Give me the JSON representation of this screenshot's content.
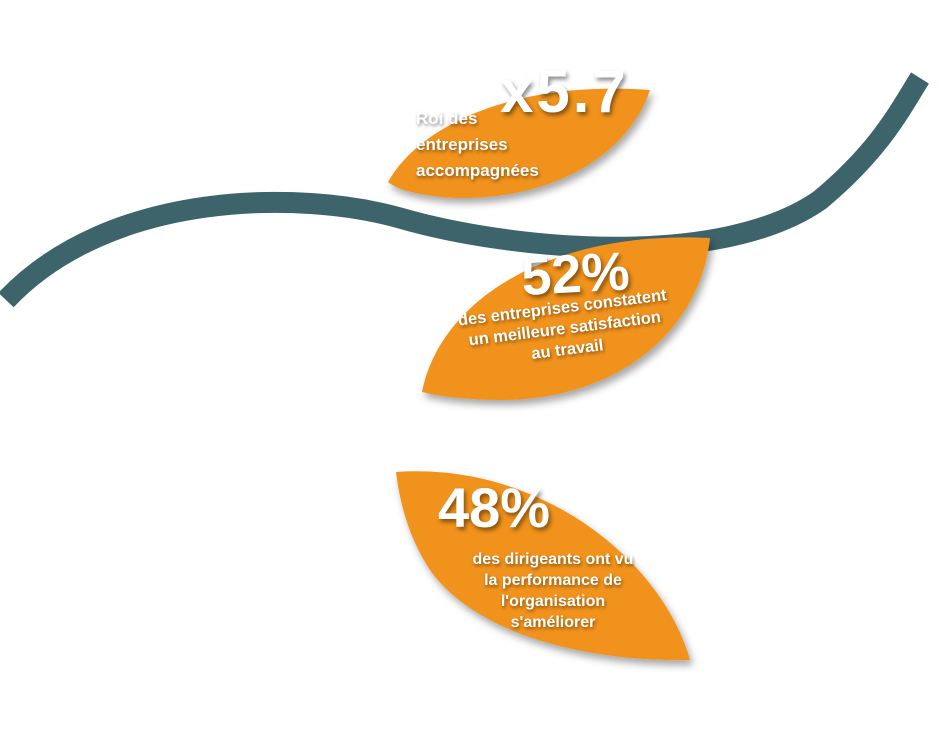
{
  "colors": {
    "leaf": "#f0921e",
    "wave": "#3d636b",
    "text": "#ffffff"
  },
  "stats": [
    {
      "value": "x5.7",
      "lines": [
        "Roi des",
        "entreprises",
        "accompagnées"
      ]
    },
    {
      "value": "52%",
      "lines": [
        "des entreprises constatent",
        "un meilleure satisfaction",
        "au travail"
      ]
    },
    {
      "value": "48%",
      "lines": [
        "des dirigeants ont vu",
        "la performance de",
        "l'organisation",
        "s'améliorer"
      ]
    }
  ]
}
